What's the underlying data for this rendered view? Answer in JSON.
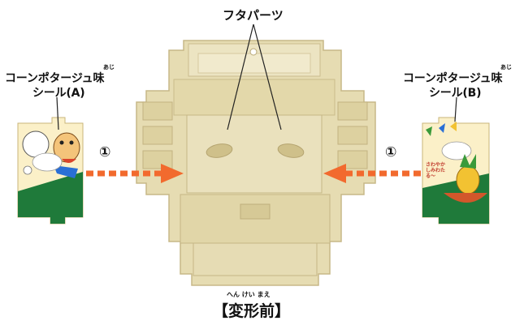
{
  "labels": {
    "lid_part": "フタパーツ",
    "sticker_a_line1": "コーンポタージュ味",
    "sticker_a_line2": "シール(A)",
    "sticker_b_line1": "コーンポタージュ味",
    "sticker_b_line2": "シール(B)",
    "furigana_aji": "あじ",
    "step_left": "①",
    "step_right": "①",
    "caption_furigana": "へん けい まえ",
    "caption": "【変形前】",
    "sticker_b_speech": "さわやか しみわたる〜"
  },
  "colors": {
    "body_fill": "#e6dcb2",
    "body_shade": "#d3c795",
    "body_edge": "#bfae7c",
    "arrow_orange": "#f26a2e",
    "sticker_green": "#1f7a3a",
    "sticker_cream": "#fbf0c8"
  }
}
